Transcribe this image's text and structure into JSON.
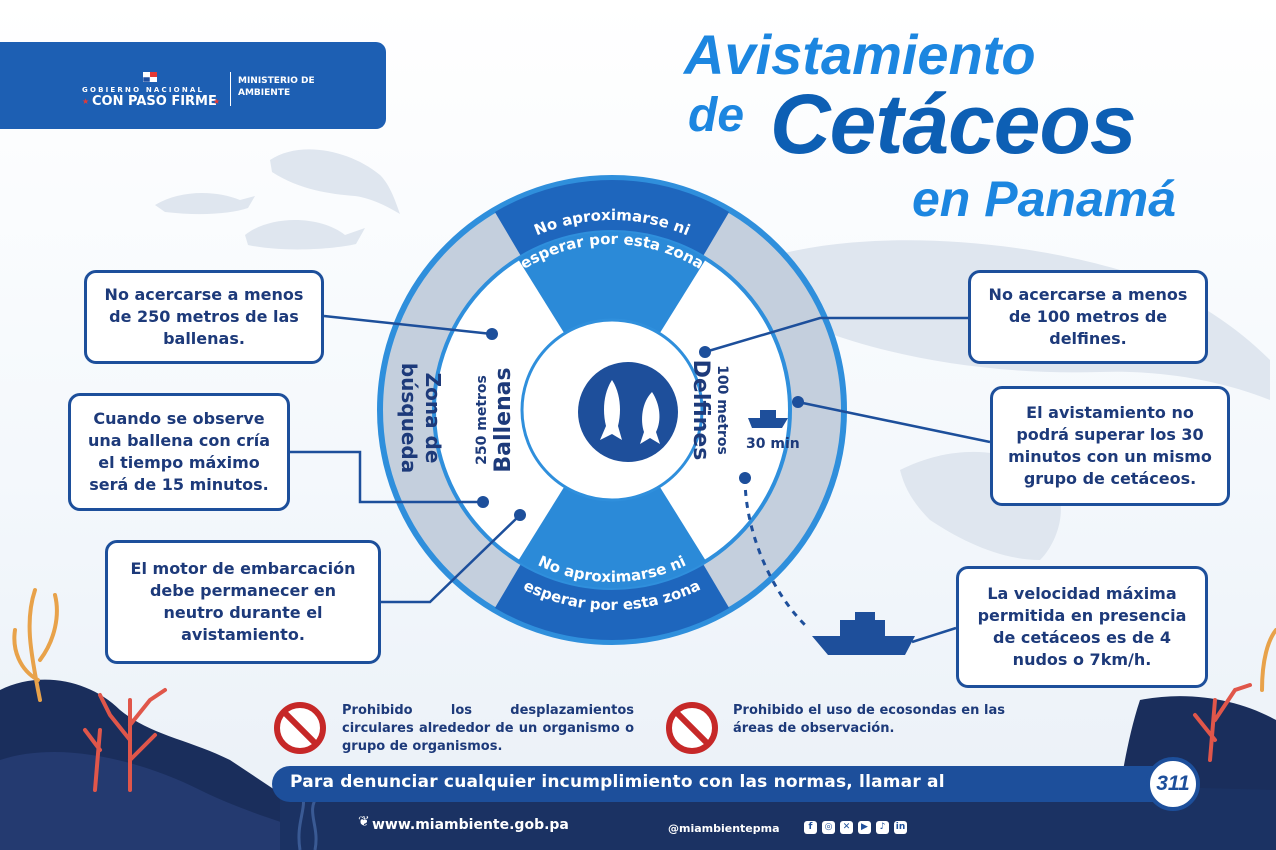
{
  "header": {
    "gov_line1": "GOBIERNO NACIONAL",
    "gov_line2": "CON PASO FIRME",
    "ministry_line1": "MINISTERIO DE",
    "ministry_line2": "AMBIENTE"
  },
  "title": {
    "line1": "Avistamiento",
    "line2": "de",
    "line3": "Cetáceos",
    "line4": "en Panamá"
  },
  "diagram": {
    "zone_top": [
      "No aproximarse ni",
      "esperar por esta zona"
    ],
    "zone_bottom": [
      "No aproximarse ni",
      "esperar por esta zona"
    ],
    "search_zone": [
      "Zona de",
      "búsqueda"
    ],
    "whales_distance": "250 metros",
    "whales_label": "Ballenas",
    "dolphins_distance": "100 metros",
    "dolphins_label": "Delfines",
    "time_label": "30 min"
  },
  "callouts": {
    "whales": {
      "pre": "No acercarse a menos de ",
      "bold": "250 metros",
      "post": " de las ballenas."
    },
    "calf": "Cuando se observe una ballena con cría el tiempo máximo será de 15 minutos.",
    "engine": "El motor de embarcación debe permanecer en neutro durante el avistamiento.",
    "dolphins": {
      "pre": "No acercarse a menos de ",
      "bold": "100 metros",
      "post": " de delfines."
    },
    "time": "El avistamiento no podrá superar los 30 minutos con un mismo grupo de cetáceos.",
    "speed": "La velocidad máxima permitida en presencia de cetáceos es de 4 nudos o 7km/h."
  },
  "prohibitions": {
    "p1": "Prohibido los desplazamientos circulares alrededor de un organismo o grupo de organismos.",
    "p2": "Prohibido el uso de ecosondas en las áreas de observación."
  },
  "footer": {
    "report_text": "Para denunciar cualquier incumplimiento con las normas, llamar al",
    "report_number": "311",
    "website": "www.miambiente.gob.pa",
    "social_handle": "@miambientepma",
    "social_icons": [
      "facebook-icon",
      "instagram-icon",
      "x-icon",
      "youtube-icon",
      "tiktok-icon",
      "linkedin-icon"
    ]
  },
  "colors": {
    "navy": "#1d4f9b",
    "bright_blue": "#1c86e0",
    "ring_blue": "#2f8fdc",
    "grey_blue": "#c4cfdd",
    "prohibit_red": "#c62828"
  }
}
